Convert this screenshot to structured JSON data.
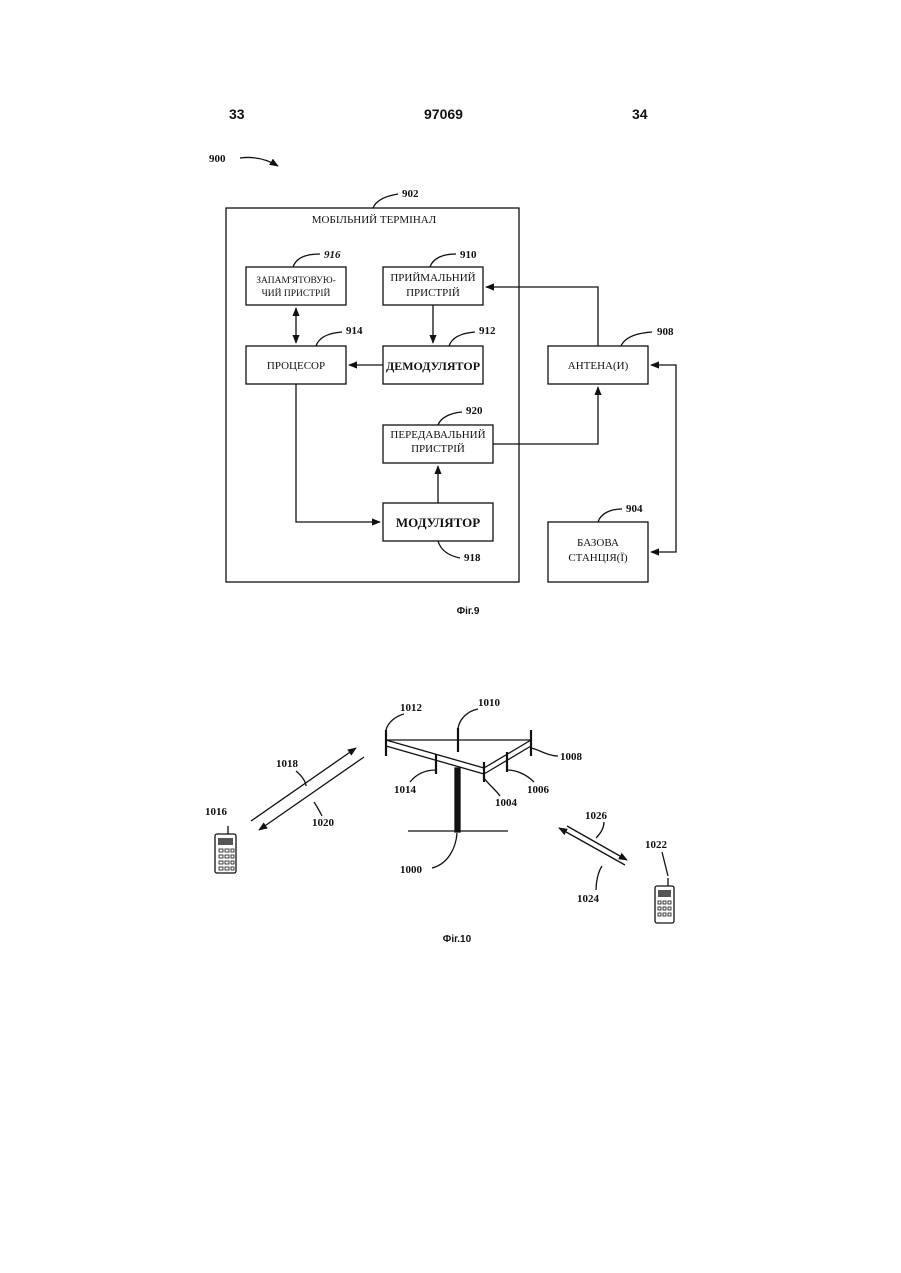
{
  "header": {
    "left_page": "33",
    "patent_no": "97069",
    "right_page": "34"
  },
  "fig9": {
    "ref_900": "900",
    "terminal": {
      "ref": "902",
      "title": "МОБІЛЬНИЙ ТЕРМІНАЛ"
    },
    "memory": {
      "ref": "916",
      "line1": "ЗАПАМ'ЯТОВУЮ-",
      "line2": "ЧИЙ ПРИСТРІЙ"
    },
    "receiver": {
      "ref": "910",
      "line1": "ПРИЙМАЛЬНИЙ",
      "line2": "ПРИСТРІЙ"
    },
    "processor": {
      "ref": "914",
      "label": "ПРОЦЕСОР"
    },
    "demodulator": {
      "ref": "912",
      "label": "ДЕМОДУЛЯТОР"
    },
    "antenna": {
      "ref": "908",
      "label": "АНТЕНА(И)"
    },
    "transmitter": {
      "ref": "920",
      "line1": "ПЕРЕДАВАЛЬНИЙ",
      "line2": "ПРИСТРІЙ"
    },
    "modulator": {
      "ref": "918",
      "label": "МОДУЛЯТОР"
    },
    "base_station": {
      "ref": "904",
      "line1": "БАЗОВА",
      "line2": "СТАНЦІЯ(Ї)"
    },
    "caption": "Фіг.9"
  },
  "fig10": {
    "refs": {
      "r1012": "1012",
      "r1010": "1010",
      "r1008": "1008",
      "r1014": "1014",
      "r1004": "1004",
      "r1006": "1006",
      "r1018": "1018",
      "r1020": "1020",
      "r1016": "1016",
      "r1000": "1000",
      "r1026": "1026",
      "r1022": "1022",
      "r1024": "1024"
    },
    "caption": "Фіг.10"
  }
}
